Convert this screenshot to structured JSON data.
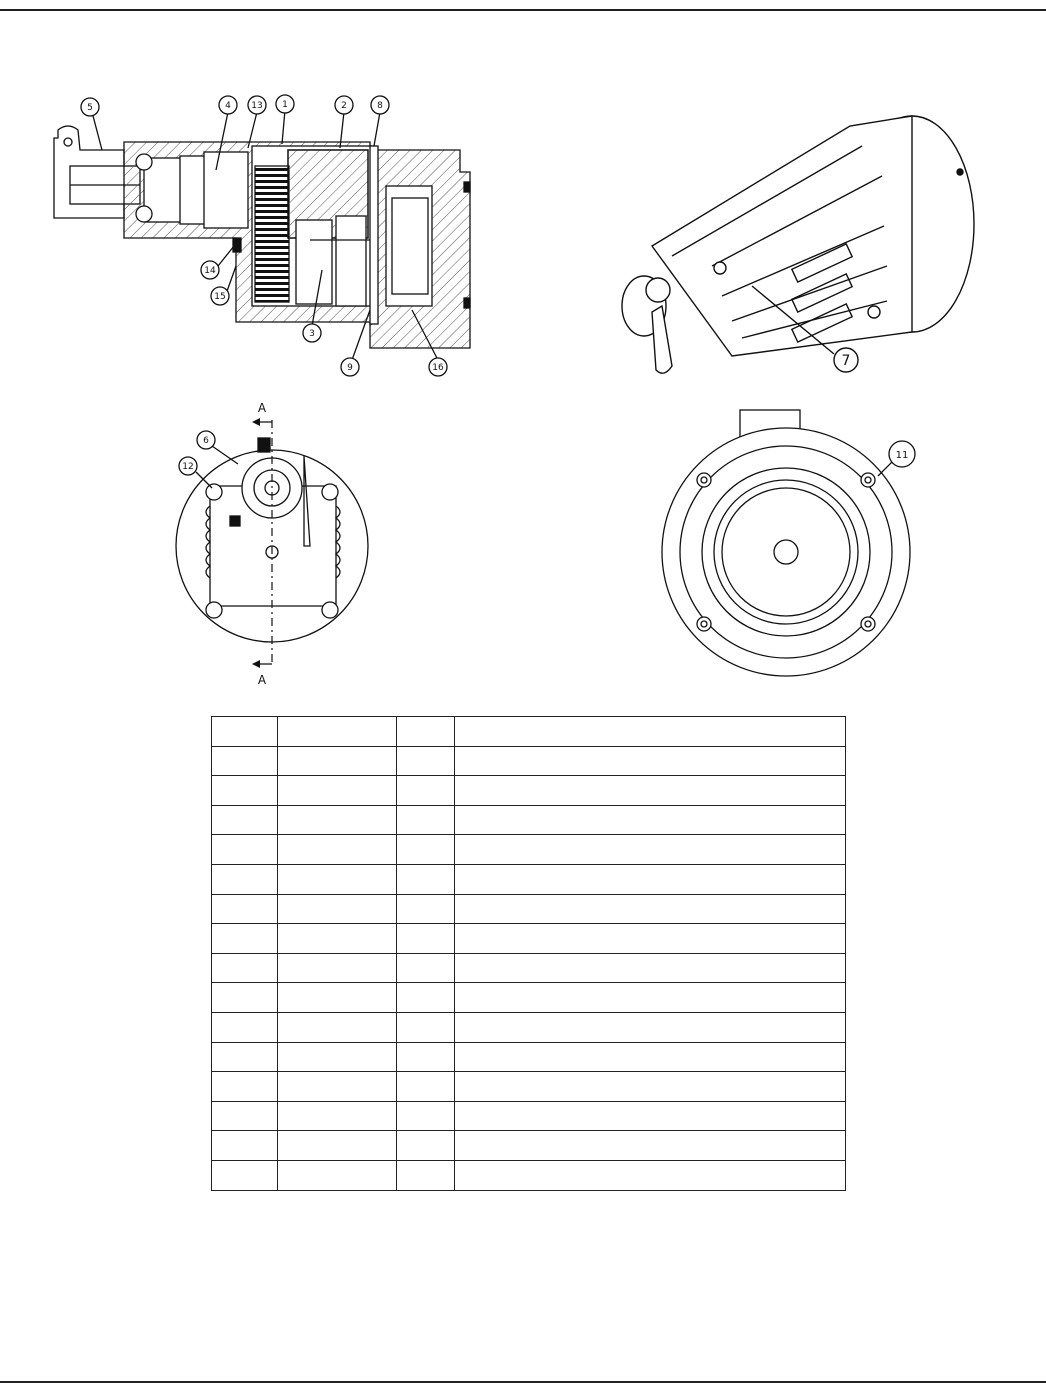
{
  "callouts": {
    "c1": "1",
    "c2": "2",
    "c3": "3",
    "c4": "4",
    "c5": "5",
    "c6": "6",
    "c7": "7",
    "c8": "8",
    "c9": "9",
    "c11": "11",
    "c12": "12",
    "c13": "13",
    "c14": "14",
    "c15": "15",
    "c16": "16"
  },
  "section_marks": {
    "top": "A",
    "bottom": "A"
  },
  "parts_table": {
    "header": [
      "",
      "",
      "",
      ""
    ],
    "rows": [
      [
        "",
        "",
        "",
        ""
      ],
      [
        "",
        "",
        "",
        ""
      ],
      [
        "",
        "",
        "",
        ""
      ],
      [
        "",
        "",
        "",
        ""
      ],
      [
        "",
        "",
        "",
        ""
      ],
      [
        "",
        "",
        "",
        ""
      ],
      [
        "",
        "",
        "",
        ""
      ],
      [
        "",
        "",
        "",
        ""
      ],
      [
        "",
        "",
        "",
        ""
      ],
      [
        "",
        "",
        "",
        ""
      ],
      [
        "",
        "",
        "",
        ""
      ],
      [
        "",
        "",
        "",
        ""
      ],
      [
        "",
        "",
        "",
        ""
      ],
      [
        "",
        "",
        "",
        ""
      ],
      [
        "",
        "",
        "",
        ""
      ]
    ]
  }
}
